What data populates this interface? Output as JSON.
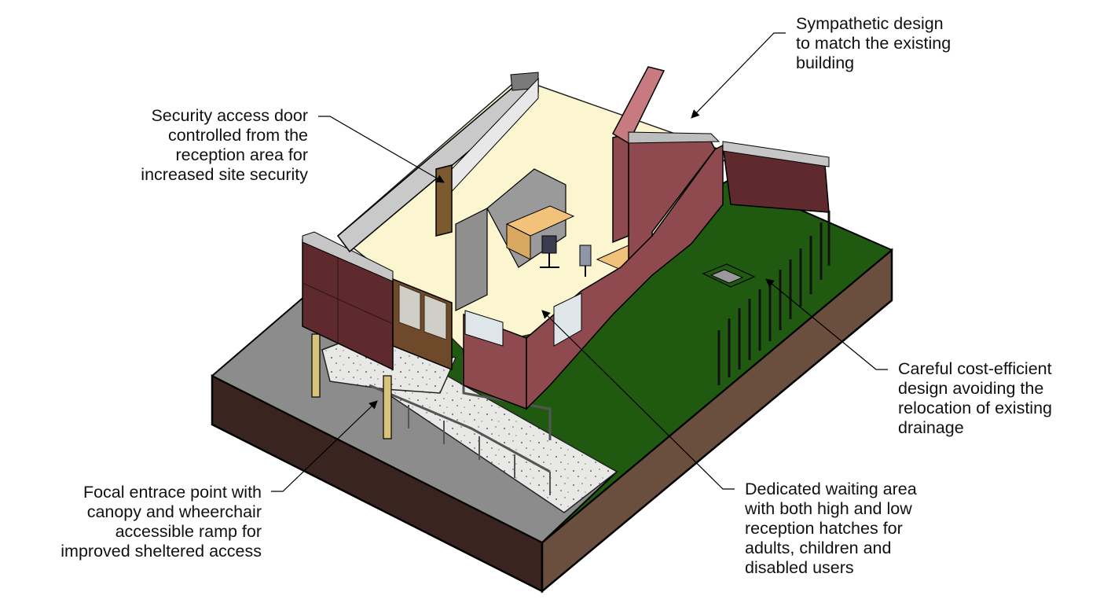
{
  "annotations": {
    "sympathetic": [
      "Sympathetic design",
      "to match the existing",
      "building"
    ],
    "security": [
      "Security access door",
      "controlled from the",
      "reception area for",
      "increased site security"
    ],
    "cost": [
      "Careful cost-efficient",
      "design avoiding the",
      "relocation of existing",
      "drainage"
    ],
    "waiting": [
      "Dedicated waiting area",
      "with both high and low",
      "reception hatches for",
      "adults, children and",
      "disabled users"
    ],
    "focal": [
      "Focal entrace point with",
      "canopy and wheerchair",
      "accessible ramp for",
      "improved sheltered access"
    ]
  },
  "colors": {
    "grass": "#1f5a10",
    "brick": "#8e4a4f",
    "brick_dark": "#5e2a2e",
    "floor": "#fbf6cf",
    "paving": "#8c8c8c",
    "ramp": "#e8e8e6",
    "soil_left": "#3a2420",
    "soil_right": "#6a4e3e",
    "interior_wall": "#8f8f8f"
  }
}
